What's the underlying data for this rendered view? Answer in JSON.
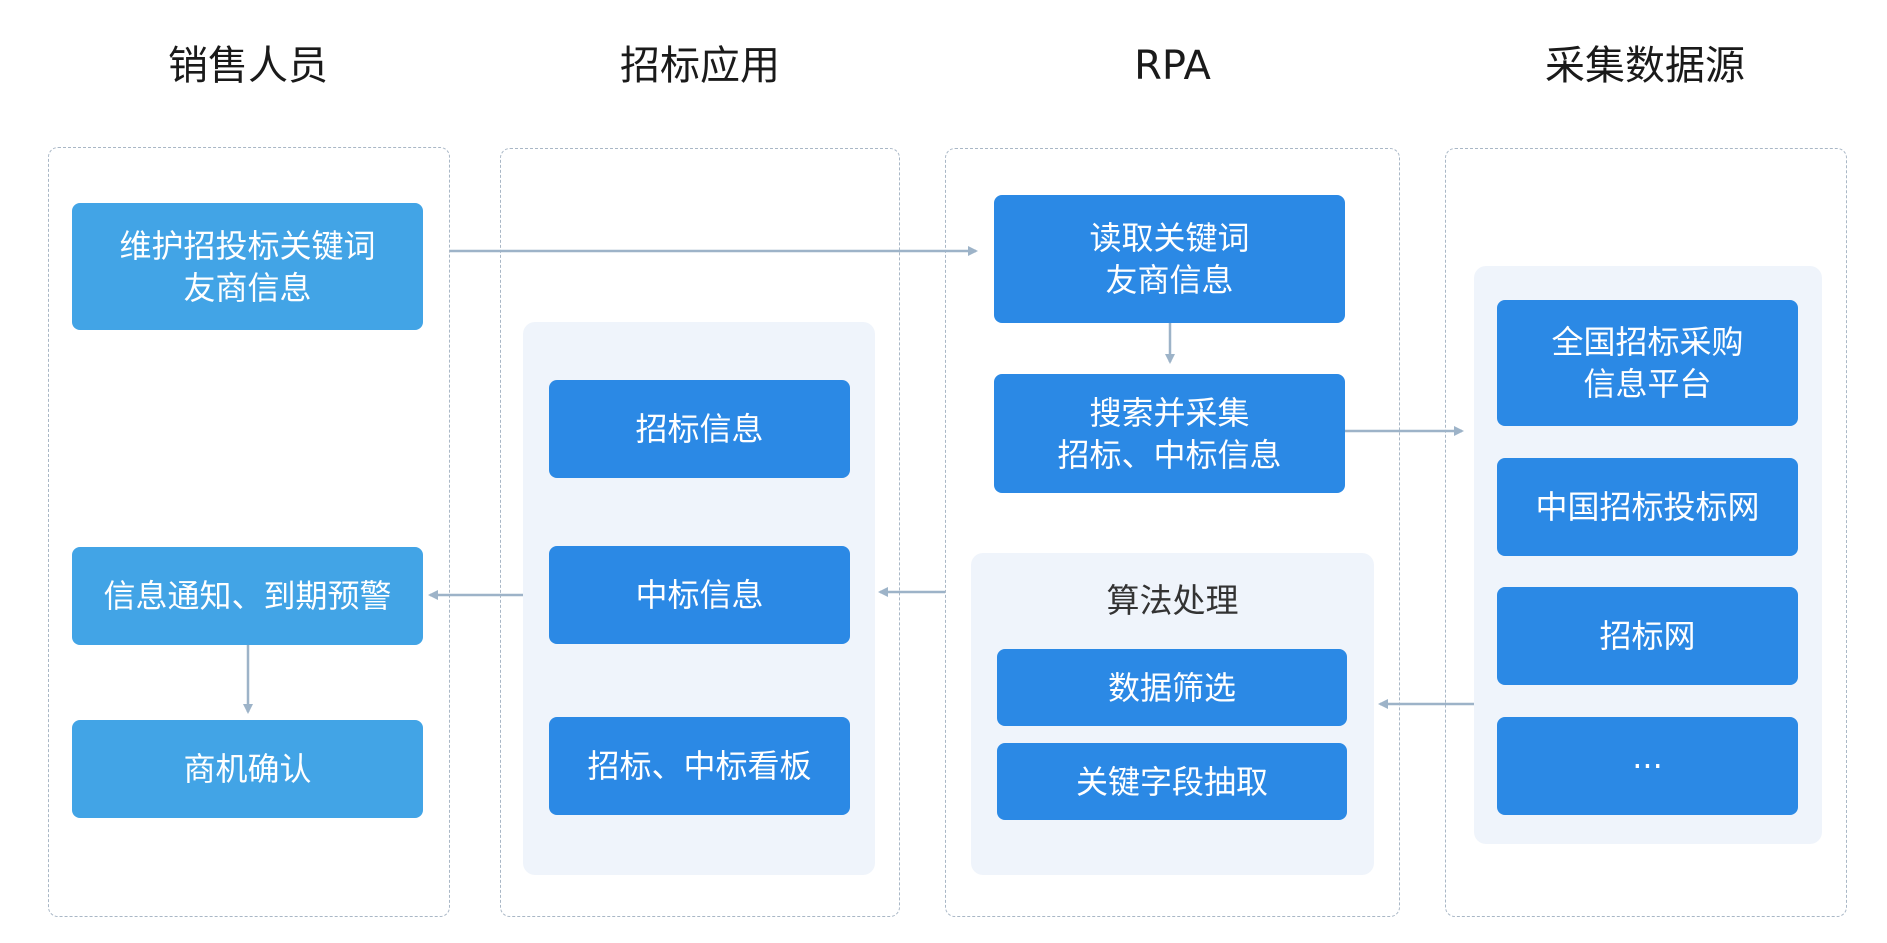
{
  "columns": {
    "sales": "销售人员",
    "bidding_app": "招标应用",
    "rpa": "RPA",
    "sources": "采集数据源"
  },
  "sales": {
    "maintain_line1": "维护招投标关键词",
    "maintain_line2": "友商信息",
    "notify": "信息通知、到期预警",
    "confirm": "商机确认"
  },
  "bidding_app": {
    "bid_info": "招标信息",
    "win_info": "中标信息",
    "board": "招标、中标看板"
  },
  "rpa": {
    "read_line1": "读取关键词",
    "read_line2": "友商信息",
    "search_line1": "搜索并采集",
    "search_line2": "招标、中标信息",
    "algo_title": "算法处理",
    "filter": "数据筛选",
    "extract": "关键字段抽取"
  },
  "sources": {
    "national_line1": "全国招标采购",
    "national_line2": "信息平台",
    "china_net": "中国招标投标网",
    "bid_net": "招标网",
    "more": "···"
  },
  "colors": {
    "box_light": "#42a4e6",
    "box_dark": "#2b89e5",
    "panel_bg": "#eff4fb",
    "lane_border": "#a9b7c6",
    "arrow": "#9db3c8"
  }
}
